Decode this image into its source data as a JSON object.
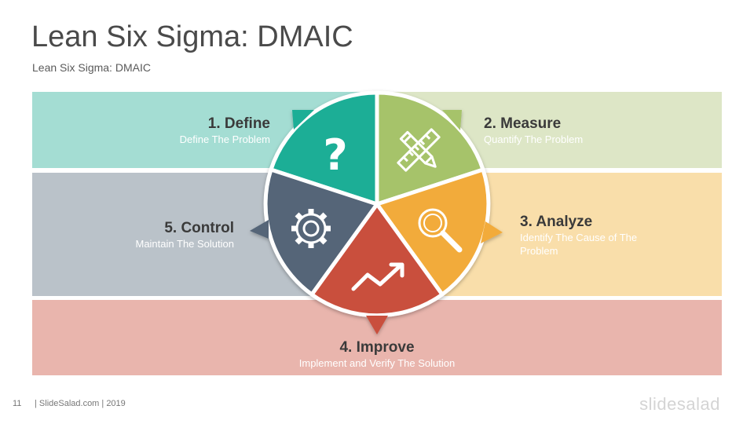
{
  "title": "Lean Six Sigma: DMAIC",
  "subtitle": "Lean Six Sigma: DMAIC",
  "steps": {
    "define": {
      "label": "1. Define",
      "desc": "Define The Problem",
      "icon": "question-icon",
      "color": "#1aae96",
      "band_color": "#a4ddd3"
    },
    "measure": {
      "label": "2. Measure",
      "desc": "Quantify The Problem",
      "icon": "ruler-pencil-icon",
      "color": "#a6c36b",
      "band_color": "#dde6c6"
    },
    "analyze": {
      "label": "3. Analyze",
      "desc": "Identify The Cause of The Problem",
      "icon": "magnifier-icon",
      "color": "#f2ab3a",
      "band_color": "#f9deaa"
    },
    "improve": {
      "label": "4. Improve",
      "desc": "Implement and Verify The Solution",
      "icon": "trend-arrow-icon",
      "color": "#c94f3d",
      "band_color": "#e9b5ad"
    },
    "control": {
      "label": "5. Control",
      "desc": "Maintain The Solution",
      "icon": "gear-icon",
      "color": "#546578",
      "band_color": "#bac2c9"
    }
  },
  "footer": {
    "page": "11",
    "text": "| SlideSalad.com | 2019",
    "brand": "slidesalad"
  }
}
